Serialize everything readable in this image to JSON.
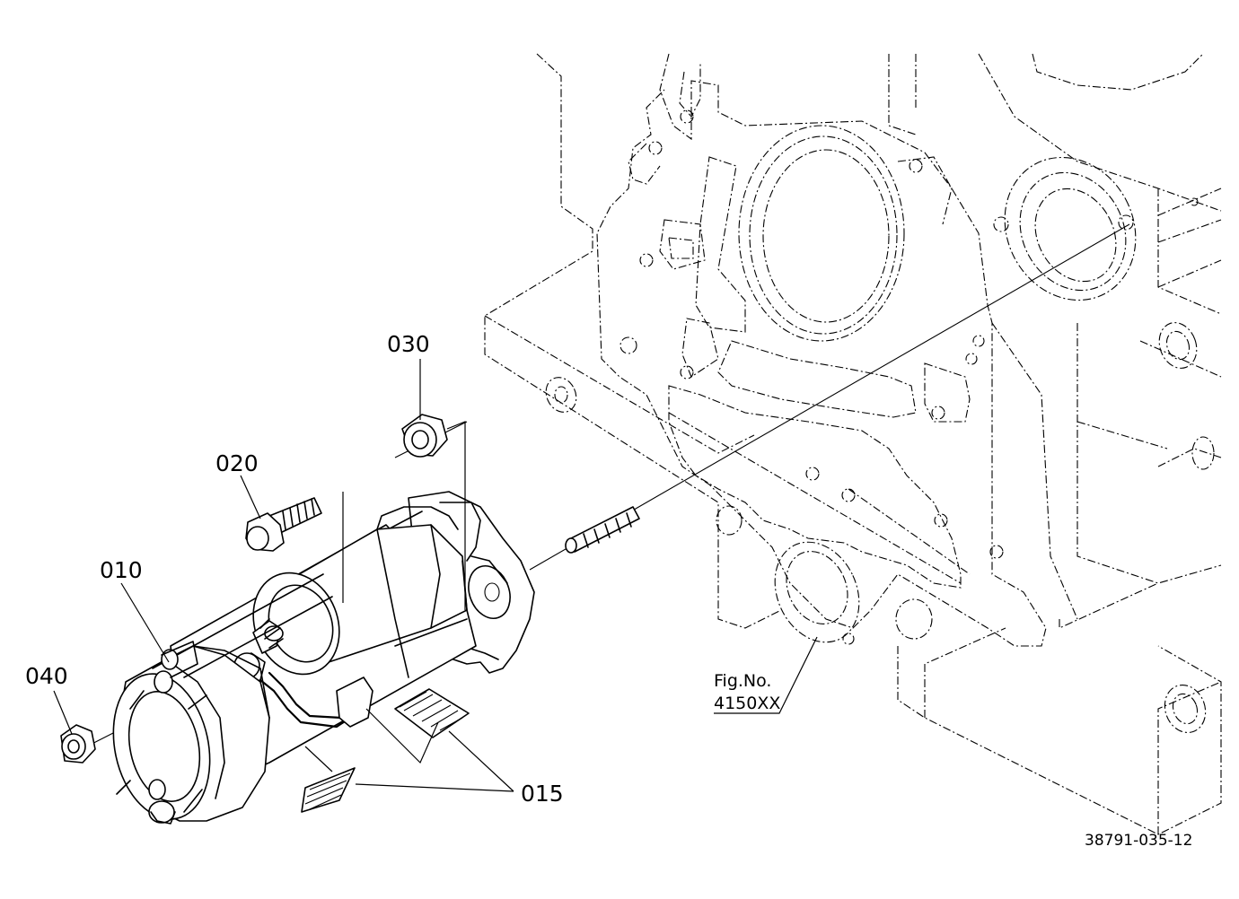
{
  "callouts": {
    "p010": "010",
    "p015": "015",
    "p020": "020",
    "p030": "030",
    "p040": "040"
  },
  "figure_ref": {
    "line1": "Fig.No.",
    "line2": "4150XX"
  },
  "drawing_code": "38791-035-12"
}
